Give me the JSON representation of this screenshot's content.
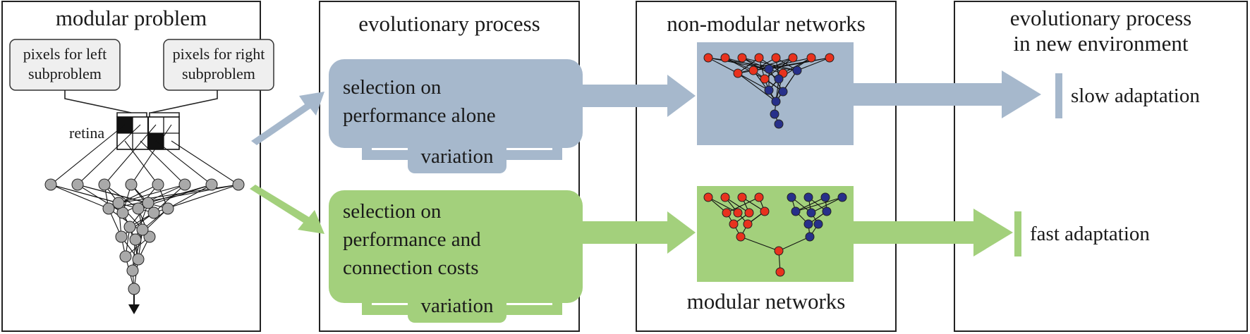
{
  "panels": {
    "problem_title": "modular problem",
    "process_title": "evolutionary process",
    "networks_title": "non-modular networks",
    "new_env_title_line1": "evolutionary process",
    "new_env_title_line2": "in new environment"
  },
  "problem": {
    "left_label_line1": "pixels for left",
    "left_label_line2": "subproblem",
    "right_label_line1": "pixels for right",
    "right_label_line2": "subproblem",
    "retina_label": "retina"
  },
  "process": {
    "top_box_line1": "selection on",
    "top_box_line2": "performance alone",
    "top_variation": "variation",
    "bottom_box_line1": "selection on",
    "bottom_box_line2": "performance and",
    "bottom_box_line3": "connection costs",
    "bottom_variation": "variation"
  },
  "networks": {
    "modular_label": "modular networks"
  },
  "outcomes": {
    "slow": "slow adaptation",
    "fast": "fast adaptation"
  },
  "colors": {
    "blue_box": "#a6b8cc",
    "green_box": "#a3d07c",
    "red_node": "#e8321e",
    "blue_node": "#27308a",
    "grey_node": "#a9a9a9"
  }
}
